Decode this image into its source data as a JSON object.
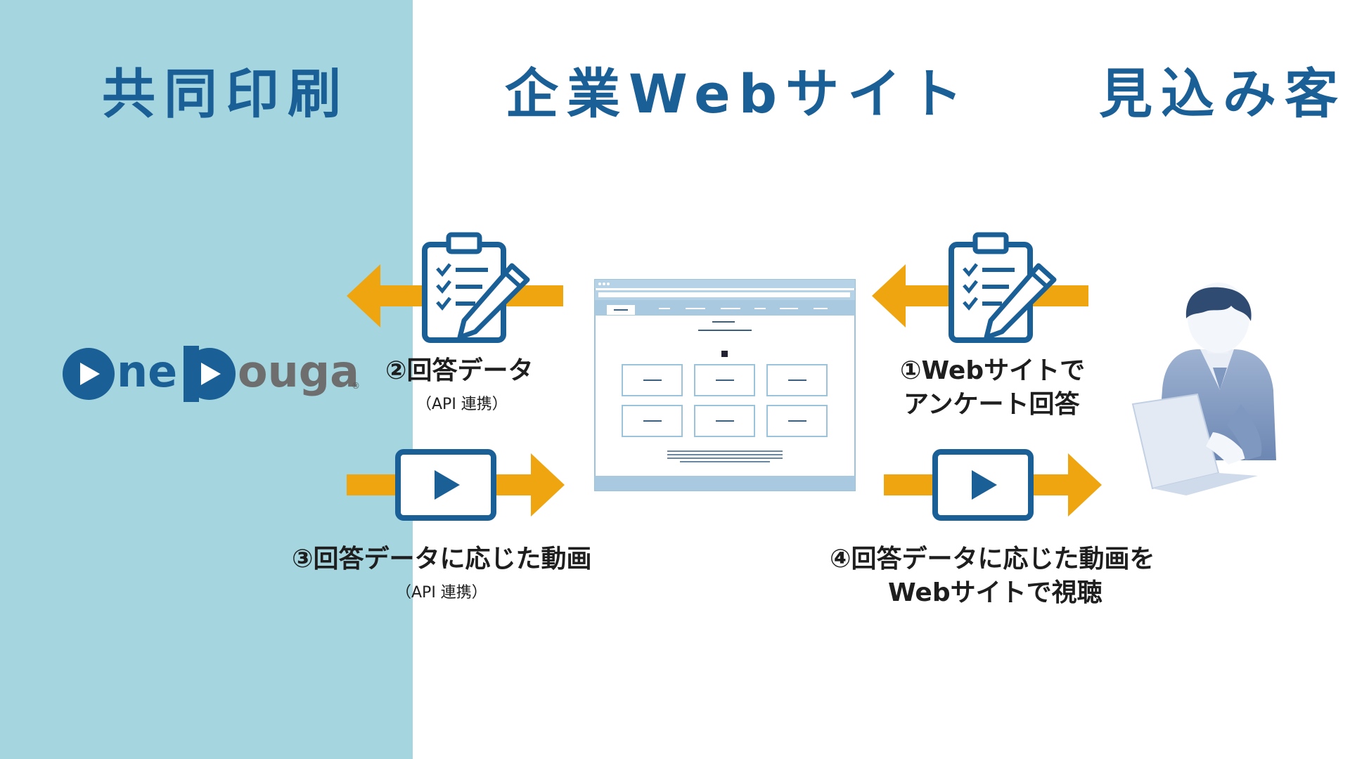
{
  "columns": {
    "left_title": "共同印刷",
    "center_title": "企業Webサイト",
    "right_title": "見込み客"
  },
  "logo": {
    "part1": "ne",
    "part2": "ouga",
    "reg_mark": "®"
  },
  "steps": {
    "step2_label": "②回答データ",
    "step2_sub": "（API 連携）",
    "step1_line1": "①Webサイトで",
    "step1_line2": "アンケート回答",
    "step3_label": "③回答データに応じた動画",
    "step3_sub": "（API 連携）",
    "step4_line1": "④回答データに応じた動画を",
    "step4_line2": "Webサイトで視聴"
  },
  "colors": {
    "left_panel": "#a5d6e0",
    "title_blue": "#1a5f96",
    "arrow_orange": "#eea50f",
    "icon_blue": "#1a5f96"
  },
  "icons": [
    "clipboard-icon",
    "play-video-icon",
    "website-mockup",
    "person-laptop-icon",
    "arrow-left-icon",
    "arrow-right-icon"
  ]
}
